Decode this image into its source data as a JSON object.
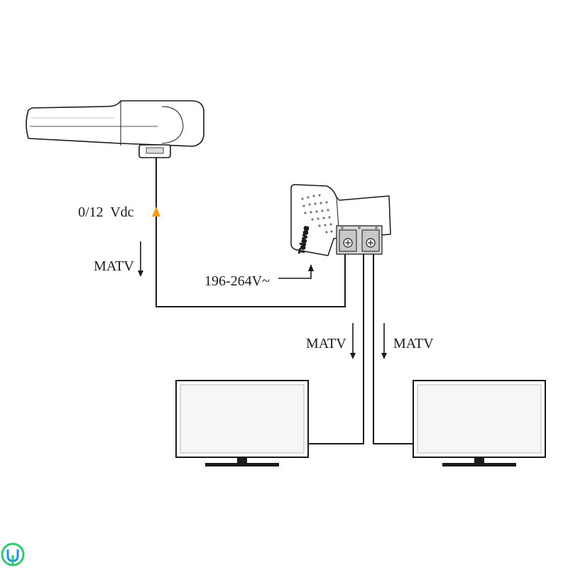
{
  "labels": {
    "voltage_dc": "0/12  Vdc",
    "matv_antenna": "MATV",
    "mains": "196-264V~",
    "matv_left_tv": "MATV",
    "matv_right_tv": "MATV"
  },
  "device": {
    "brand": "Televes"
  },
  "colors": {
    "line": "#1a1a1a",
    "power_arrow": "#f39c12",
    "watermark": "#2ecc71",
    "watermark_accent": "#1e90ff"
  },
  "icons": {
    "antenna": "antenna-icon",
    "power_supply": "power-supply-icon",
    "tv": "tv-icon",
    "watermark": "logo-icon"
  }
}
